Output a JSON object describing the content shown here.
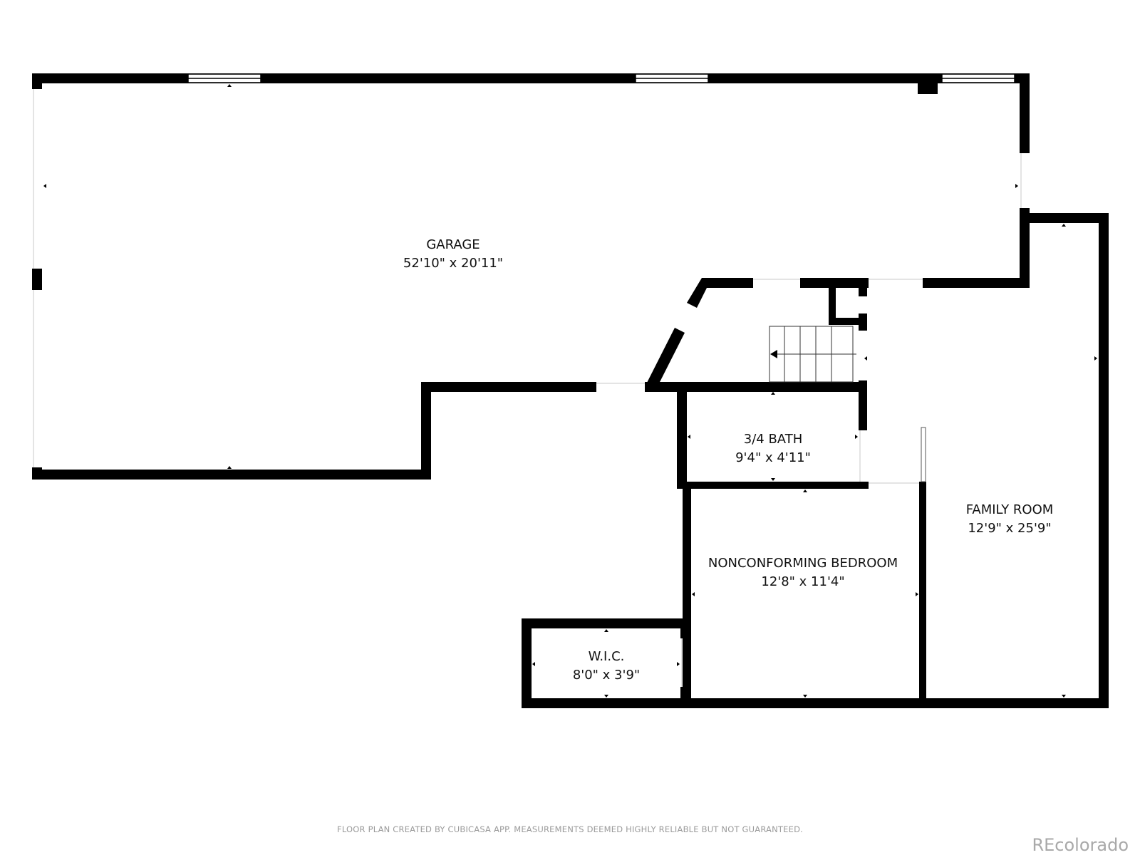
{
  "rooms": {
    "garage": {
      "name": "GARAGE",
      "dimensions": "52'10\" x 20'11\""
    },
    "bath": {
      "name": "3/4 BATH",
      "dimensions": "9'4\" x 4'11\""
    },
    "family_room": {
      "name": "FAMILY ROOM",
      "dimensions": "12'9\" x 25'9\""
    },
    "bedroom": {
      "name": "NONCONFORMING BEDROOM",
      "dimensions": "12'8\" x 11'4\""
    },
    "wic": {
      "name": "W.I.C.",
      "dimensions": "8'0\" x 3'9\""
    }
  },
  "footer": {
    "disclaimer": "FLOOR PLAN CREATED BY CUBICASA APP. MEASUREMENTS DEEMED HIGHLY RELIABLE BUT NOT GUARANTEED.",
    "brand": "REcolorado"
  },
  "colors": {
    "wall": "#000000",
    "background": "#ffffff",
    "label": "#111111",
    "footer_text": "#9a9a9a",
    "brand": "#a9a9a9"
  }
}
